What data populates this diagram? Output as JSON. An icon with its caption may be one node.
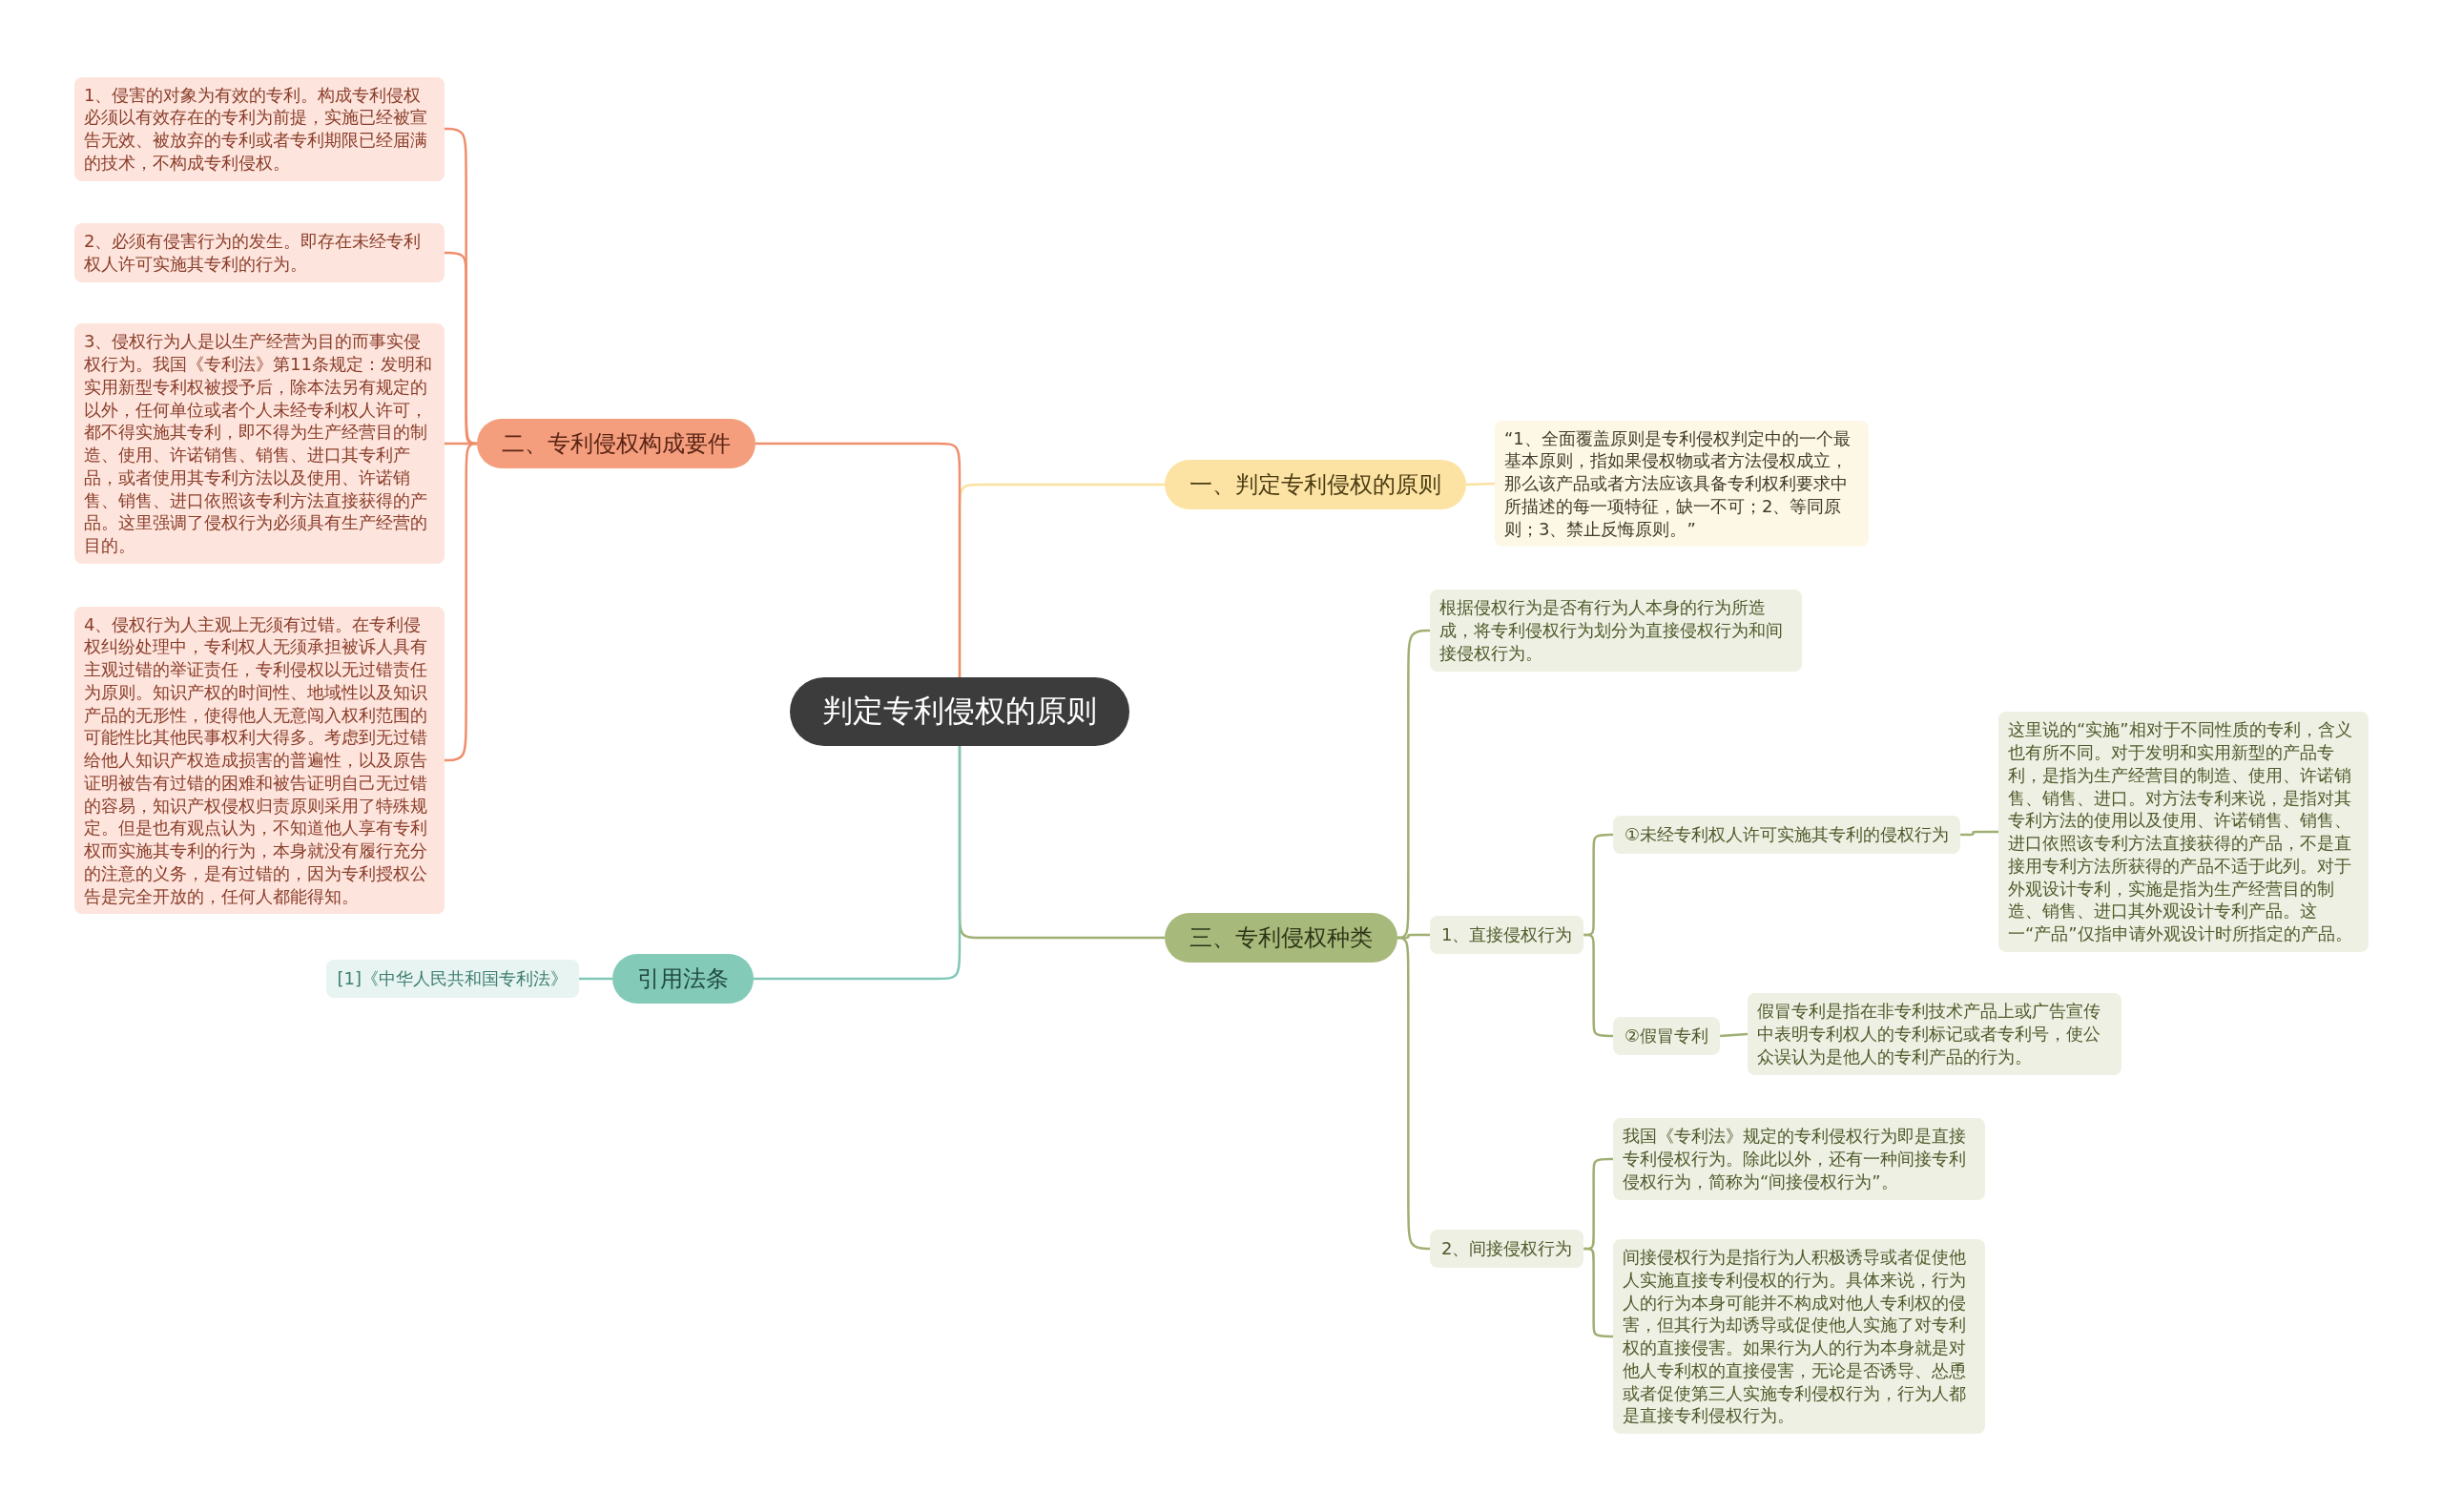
{
  "diagram": {
    "nodes": [
      {
        "text": [
          "判定专利侵权的原则"
        ]
      },
      {
        "text": [
          "一、判定专利侵权的原则"
        ]
      },
      {
        "text": [
          "“1、全面覆盖原则是专利侵权判定中的一个最基本原则，指如果侵权物或者方法侵权成立，那么该产品或者方法应该具备专利权利要求中所描述的每一项特征，缺一不可；2、等同原则；3、禁止反悔原则。”"
        ]
      },
      {
        "text": [
          "二、专利侵权构成要件"
        ]
      },
      {
        "text": [
          "1、侵害的对象为有效的专利。构成专利侵权必须以有效存在的专利为前提，实施已经被宣告无效、被放弃的专利或者专利期限已经届满的技术，不构成专利侵权。"
        ]
      },
      {
        "text": [
          "2、必须有侵害行为的发生。即存在未经专利权人许可实施其专利的行为。"
        ]
      },
      {
        "text": [
          "3、侵权行为人是以生产经营为目的而事实侵权行为。我国《专利法》第11条规定：发明和实用新型专利权被授予后，除本法另有规定的以外，任何单位或者个人未经专利权人许可，都不得实施其专利，即不得为生产经营目的制造、使用、许诺销售、销售、进口其专利产品，或者使用其专利方法以及使用、许诺销售、销售、进口依照该专利方法直接获得的产品。这里强调了侵权行为必须具有生产经营的目的。"
        ]
      },
      {
        "text": [
          "4、侵权行为人主观上无须有过错。在专利侵权纠纷处理中，专利权人无须承担被诉人具有主观过错的举证责任，专利侵权以无过错责任为原则。知识产权的时间性、地域性以及知识产品的无形性，使得他人无意闯入权利范围的可能性比其他民事权利大得多。考虑到无过错给他人知识产权造成损害的普遍性，以及原告证明被告有过错的困难和被告证明自己无过错的容易，知识产权侵权归责原则采用了特殊规定。但是也有观点认为，不知道他人享有专利权而实施其专利的行为，本身就没有履行充分的注意的义务，是有过错的，因为专利授权公告是完全开放的，任何人都能得知。"
        ]
      },
      {
        "text": [
          "三、专利侵权种类"
        ]
      },
      {
        "text": [
          "根据侵权行为是否有行为人本身的行为所造成，将专利侵权行为划分为直接侵权行为和间接侵权行为。"
        ]
      },
      {
        "text": [
          "1、直接侵权行为"
        ]
      },
      {
        "text": [
          "①未经专利权人许可实施其专利的侵权行为"
        ]
      },
      {
        "text": [
          "这里说的“实施”相对于不同性质的专利，含义也有所不同。对于发明和实用新型的产品专利，是指为生产经营目的制造、使用、许诺销售、销售、进口。对方法专利来说，是指对其专利方法的使用以及使用、许诺销售、销售、进口依照该专利方法直接获得的产品，不是直接用专利方法所获得的产品不适于此列。对于外观设计专利，实施是指为生产经营目的制造、销售、进口其外观设计专利产品。这一“产品”仅指申请外观设计时所指定的产品。"
        ]
      },
      {
        "text": [
          "②假冒专利"
        ]
      },
      {
        "text": [
          "假冒专利是指在非专利技术产品上或广告宣传中表明专利权人的专利标记或者专利号，使公众误认为是他人的专利产品的行为。"
        ]
      },
      {
        "text": [
          "2、间接侵权行为"
        ]
      },
      {
        "text": [
          "我国《专利法》规定的专利侵权行为即是直接专利侵权行为。除此以外，还有一种间接专利侵权行为，简称为“间接侵权行为”。"
        ]
      },
      {
        "text": [
          "间接侵权行为是指行为人积极诱导或者促使他人实施直接专利侵权的行为。具体来说，行为人的行为本身可能并不构成对他人专利权的侵害，但其行为却诱导或促使他人实施了对专利权的直接侵害。如果行为人的行为本身就是对他人专利权的直接侵害，无论是否诱导、怂恿或者促使第三人实施专利侵权行为，行为人都是直接专利侵权行为。"
        ]
      },
      {
        "text": [
          "引用法条"
        ]
      },
      {
        "text": [
          "[1]《中华人民共和国专利法》"
        ]
      }
    ],
    "edges": [
      {
        "from": 0,
        "to": 1,
        "arrow": "none",
        "color": "#fbe2a0"
      },
      {
        "from": 1,
        "to": 2,
        "arrow": "none",
        "color": "#fbe2a0"
      },
      {
        "from": 0,
        "to": 3,
        "arrow": "none",
        "color": "#ee8e6c"
      },
      {
        "from": 3,
        "to": 4,
        "arrow": "none",
        "color": "#ee8e6c"
      },
      {
        "from": 3,
        "to": 5,
        "arrow": "none",
        "color": "#ee8e6c"
      },
      {
        "from": 3,
        "to": 6,
        "arrow": "none",
        "color": "#ee8e6c"
      },
      {
        "from": 3,
        "to": 7,
        "arrow": "none",
        "color": "#ee8e6c"
      },
      {
        "from": 0,
        "to": 8,
        "arrow": "none"
      },
      {
        "from": 8,
        "to": 9,
        "arrow": "none"
      },
      {
        "from": 8,
        "to": 10,
        "arrow": "none"
      },
      {
        "from": 10,
        "to": 11,
        "arrow": "none"
      },
      {
        "from": 11,
        "to": 12,
        "arrow": "none"
      },
      {
        "from": 10,
        "to": 13,
        "arrow": "none"
      },
      {
        "from": 13,
        "to": 14,
        "arrow": "none"
      },
      {
        "from": 8,
        "to": 15,
        "arrow": "none"
      },
      {
        "from": 15,
        "to": 16,
        "arrow": "none"
      },
      {
        "from": 15,
        "to": 17,
        "arrow": "none"
      },
      {
        "from": 0,
        "to": 18,
        "arrow": "none",
        "color": "#80c7b7"
      },
      {
        "from": 18,
        "to": 19,
        "arrow": "none",
        "color": "#80c7b7"
      }
    ]
  }
}
